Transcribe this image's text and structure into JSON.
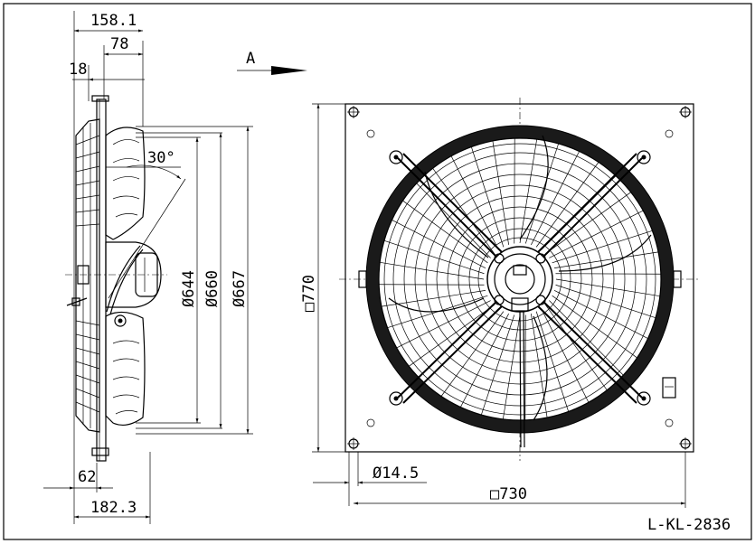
{
  "side_view": {
    "dim_top_overall": "158.1",
    "dim_top_motor": "78",
    "dim_flange": "18",
    "angle": "30°",
    "dia_inner": "Ø644",
    "dia_mid": "Ø660",
    "dia_outer": "Ø667",
    "dim_bottom_flange": "62",
    "dim_bottom_overall": "182.3"
  },
  "view_arrow": {
    "label": "A"
  },
  "front_view": {
    "square_height": "□770",
    "hole_dia": "Ø14.5",
    "square_width": "□730"
  },
  "drawing_number": "L-KL-2836"
}
